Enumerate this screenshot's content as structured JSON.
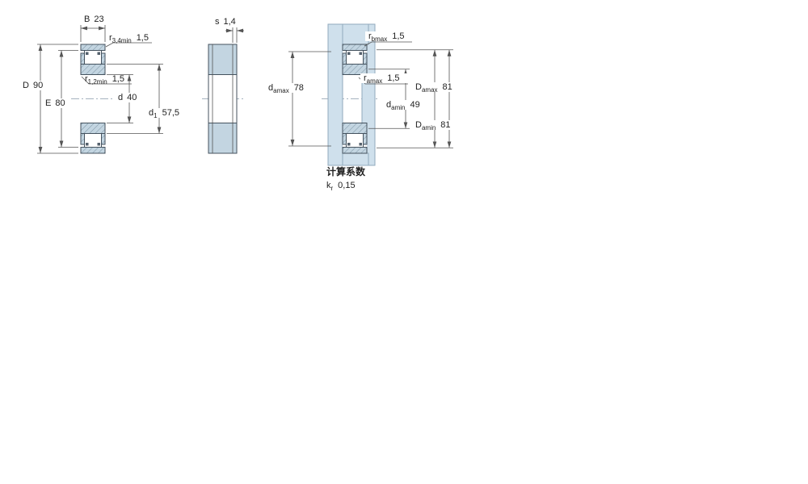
{
  "left_view": {
    "B": {
      "sym": "B",
      "value": "23"
    },
    "r34": {
      "sym": "r",
      "sub": "3,4min",
      "value": "1,5"
    },
    "D": {
      "sym": "D",
      "value": "90"
    },
    "E": {
      "sym": "E",
      "value": "80"
    },
    "r12": {
      "sym": "r",
      "sub": "1,2min",
      "value": "1,5"
    },
    "d": {
      "sym": "d",
      "value": "40"
    },
    "d1": {
      "sym": "d",
      "sub": "1",
      "value": "57,5"
    }
  },
  "side_view": {
    "s": {
      "sym": "s",
      "value": "1,4"
    }
  },
  "mount_view": {
    "rb": {
      "sym": "r",
      "sub": "bmax",
      "value": "1,5"
    },
    "ra": {
      "sym": "r",
      "sub": "amax",
      "value": "1,5"
    },
    "da_max": {
      "sym": "d",
      "sub": "amax",
      "value": "78"
    },
    "da_min": {
      "sym": "d",
      "sub": "amin",
      "value": "49"
    },
    "Da_max": {
      "sym": "D",
      "sub": "amax",
      "value": "81"
    },
    "Da_min": {
      "sym": "D",
      "sub": "amin",
      "value": "81"
    }
  },
  "calc": {
    "heading": "计算系数",
    "kr": {
      "sym": "k",
      "sub": "r",
      "value": "0,15"
    }
  },
  "colors": {
    "ring_fill": "#c3d5e1",
    "housing_fill": "#cfe0ec",
    "line": "#555555"
  }
}
